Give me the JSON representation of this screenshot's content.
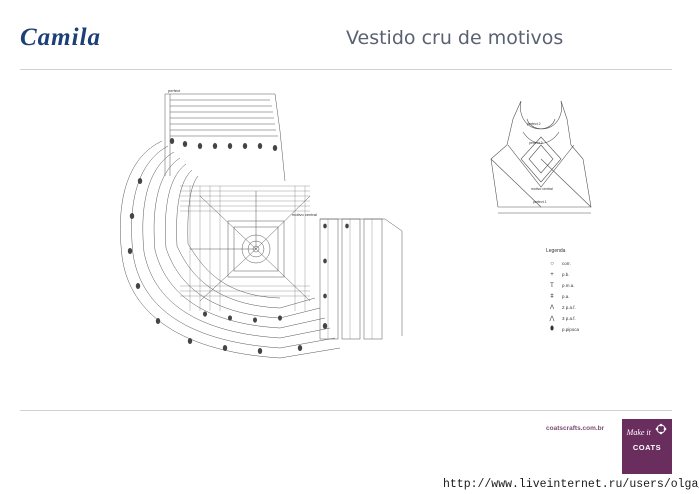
{
  "header": {
    "brand": "Camila",
    "title": "Vestido cru de motivos"
  },
  "diagram_labels": {
    "main_chart": [
      "perfect",
      "motivo central"
    ],
    "small_diagram": [
      "perfect 2",
      "perfect 3",
      "motivo central",
      "perfect 1"
    ]
  },
  "legend": {
    "title": "Legenda",
    "items": [
      {
        "icon": "chain-stitch-icon",
        "label": "corr."
      },
      {
        "icon": "slip-stitch-icon",
        "label": "p.b."
      },
      {
        "icon": "half-double-icon",
        "label": "p.m.a."
      },
      {
        "icon": "double-crochet-icon",
        "label": "p.a."
      },
      {
        "icon": "two-dc-together-icon",
        "label": "2 p.a.f."
      },
      {
        "icon": "three-dc-together-icon",
        "label": "3 p.a.f."
      },
      {
        "icon": "popcorn-icon",
        "label": "p.pipoca"
      }
    ]
  },
  "footer": {
    "website": "coatscrafts.com.br",
    "badge_top": "Make it",
    "badge_bottom": "COATS",
    "watermark": "http://www.liveinternet.ru/users/olga_san/"
  }
}
